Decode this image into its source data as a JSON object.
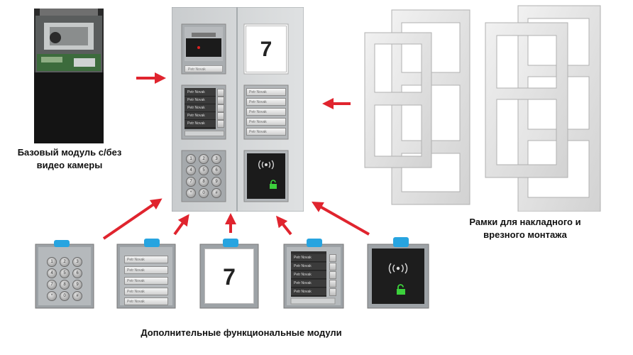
{
  "labels": {
    "base_module": "Базовый модуль с/без видео камеры",
    "frames": "Рамки для накладного и врезного монтажа",
    "modules": "Дополнительные функциональные модули"
  },
  "panel": {
    "number": "7",
    "name_tag": "Petr Novak",
    "entries": [
      "Petr Novak",
      "Petr Novak",
      "Petr Novak",
      "Petr Novak",
      "Petr Novak"
    ],
    "keypad": [
      "1",
      "2",
      "3",
      "4",
      "5",
      "6",
      "7",
      "8",
      "9",
      "*",
      "0",
      "#"
    ]
  },
  "modules": {
    "number": "7",
    "entries": [
      "Petr Novak",
      "Petr Novak",
      "Petr Novak",
      "Petr Novak",
      "Petr Novak"
    ],
    "keypad": [
      "1",
      "2",
      "3",
      "4",
      "5",
      "6",
      "7",
      "8",
      "9",
      "*",
      "0",
      "#"
    ]
  },
  "icons": [
    "rfid-icon",
    "lock-icon",
    "arrow-icon"
  ],
  "colors": {
    "arrow": "#e0242e",
    "module_body": "#a9aeb4",
    "frame": "#ededed",
    "lock": "#3cd13c"
  }
}
